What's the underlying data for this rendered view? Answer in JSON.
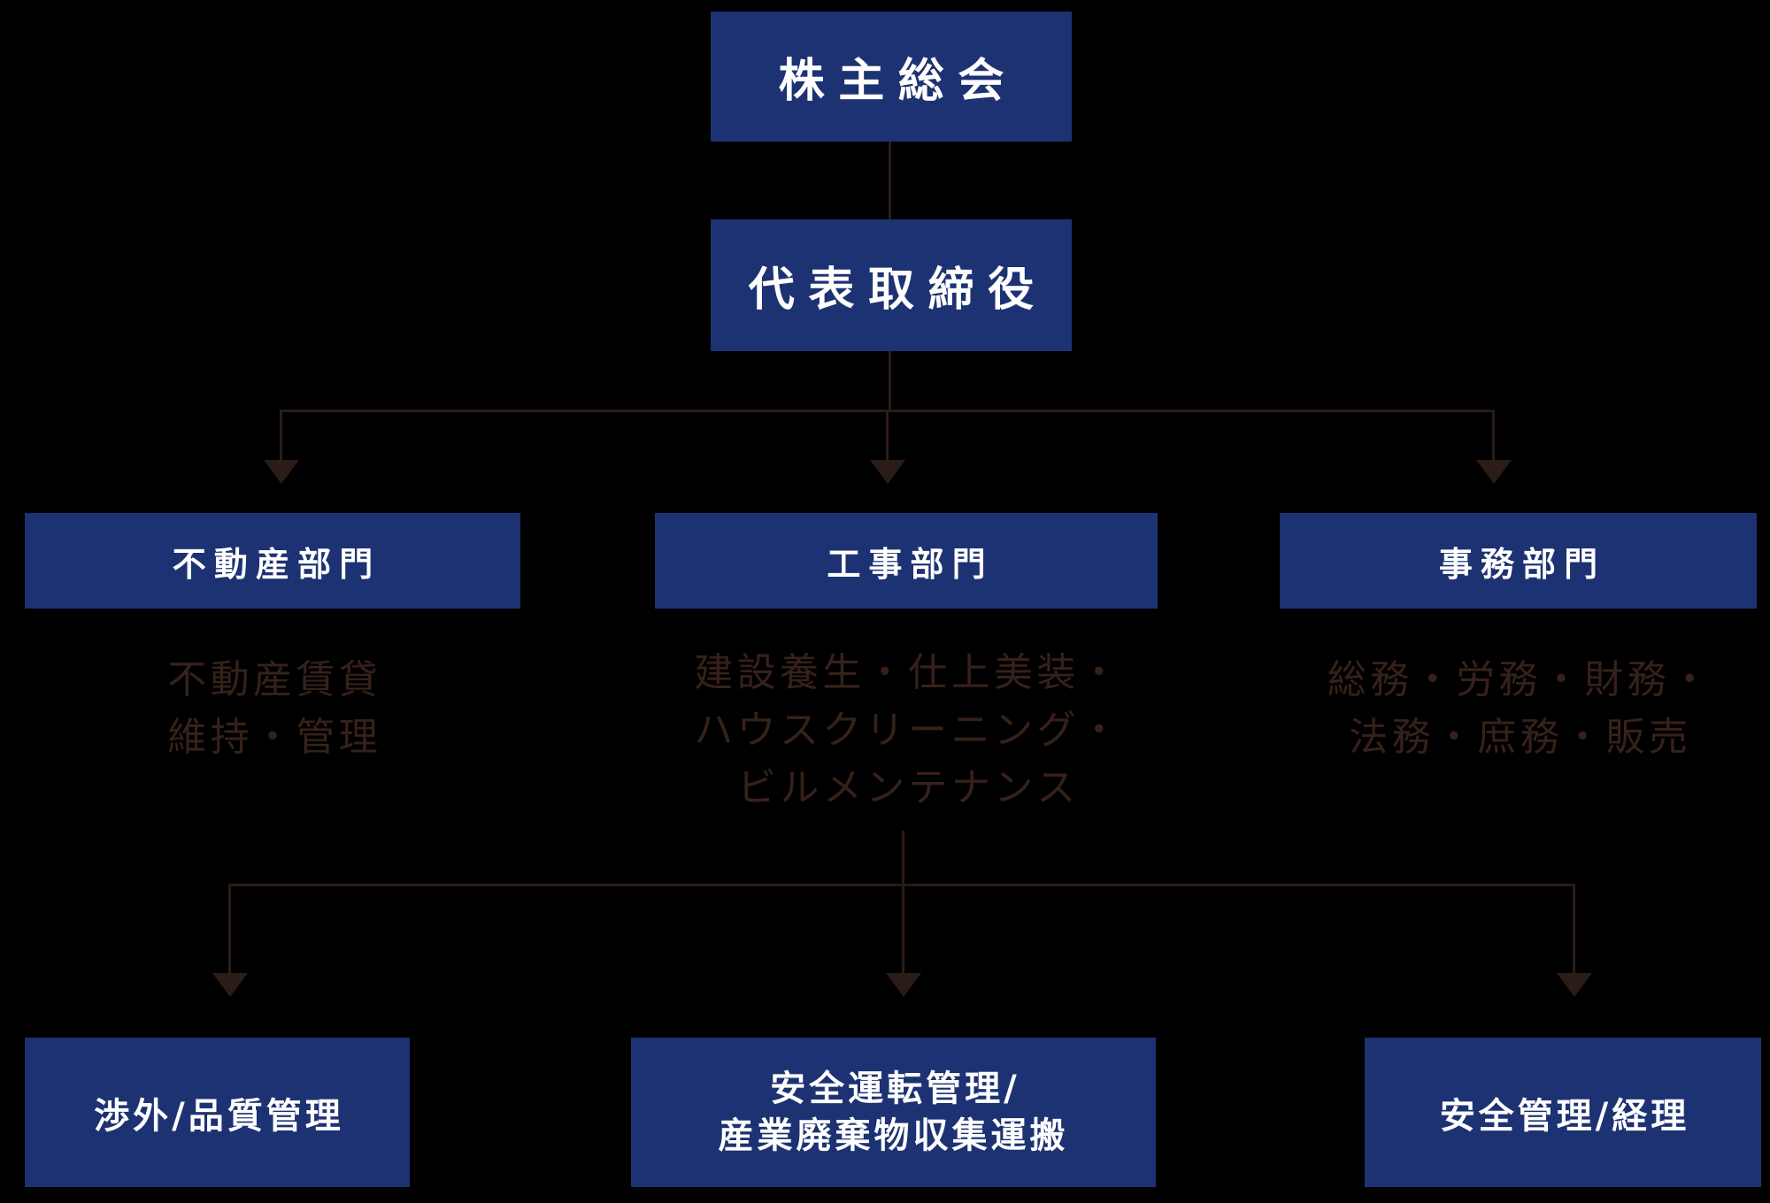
{
  "org": {
    "shareholders": {
      "label": "株主総会"
    },
    "president": {
      "label": "代表取締役"
    },
    "departments": [
      {
        "label": "不動産部門",
        "description": [
          "不動産賃貸",
          "維持・管理"
        ]
      },
      {
        "label": "工事部門",
        "description": [
          "建設養生・仕上美装・",
          "ハウスクリーニング・",
          "ビルメンテナンス"
        ]
      },
      {
        "label": "事務部門",
        "description": [
          "総務・労務・財務・",
          "法務・庶務・販売"
        ]
      }
    ],
    "sub_units": [
      {
        "label": "渉外/品質管理",
        "lines": [
          "渉外/品質管理"
        ]
      },
      {
        "label": "安全運転管理/産業廃棄物収集運搬",
        "lines": [
          "安全運転管理/",
          "産業廃棄物収集運搬"
        ]
      },
      {
        "label": "安全管理/経理",
        "lines": [
          "安全管理/経理"
        ]
      }
    ]
  },
  "colors": {
    "background": "#000000",
    "box": "#1d3272",
    "box_text": "#ffffff",
    "connector": "#2b1c16",
    "description_text": "#36211a"
  }
}
